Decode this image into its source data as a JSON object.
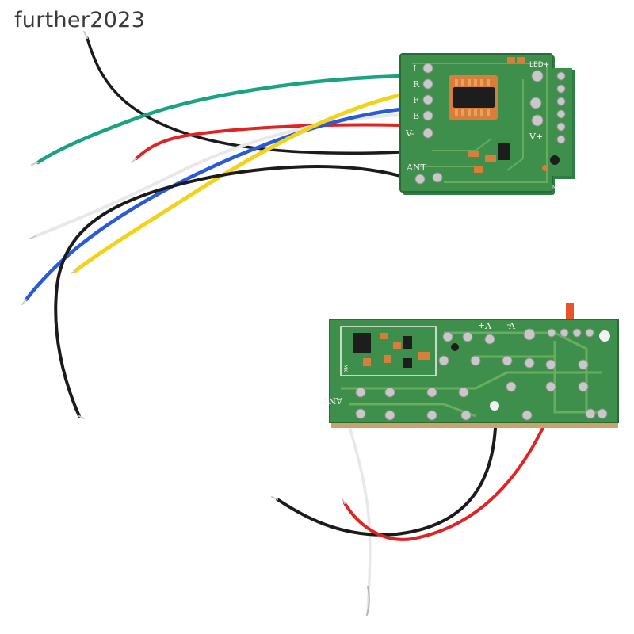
{
  "watermark": "further2023",
  "receiver_board": {
    "pad_labels": [
      "L",
      "R",
      "F",
      "B",
      "V-",
      "ANT"
    ],
    "right_labels": [
      "LED+",
      "V+"
    ],
    "corner_mark": "MK",
    "wire_colors": {
      "green": "#1aa383",
      "black": "#1b1b1b",
      "red": "#e02424",
      "white": "#f2f2f2",
      "blue": "#2a5bd7",
      "yellow": "#f3d21b"
    }
  },
  "transmitter_board": {
    "top_labels": [
      "V+",
      "V-"
    ],
    "ant_label": "ANT",
    "corner_mark": "MK",
    "wire_colors": {
      "white": "#f2f2f2",
      "black": "#1b1b1b",
      "red": "#e02424"
    }
  }
}
